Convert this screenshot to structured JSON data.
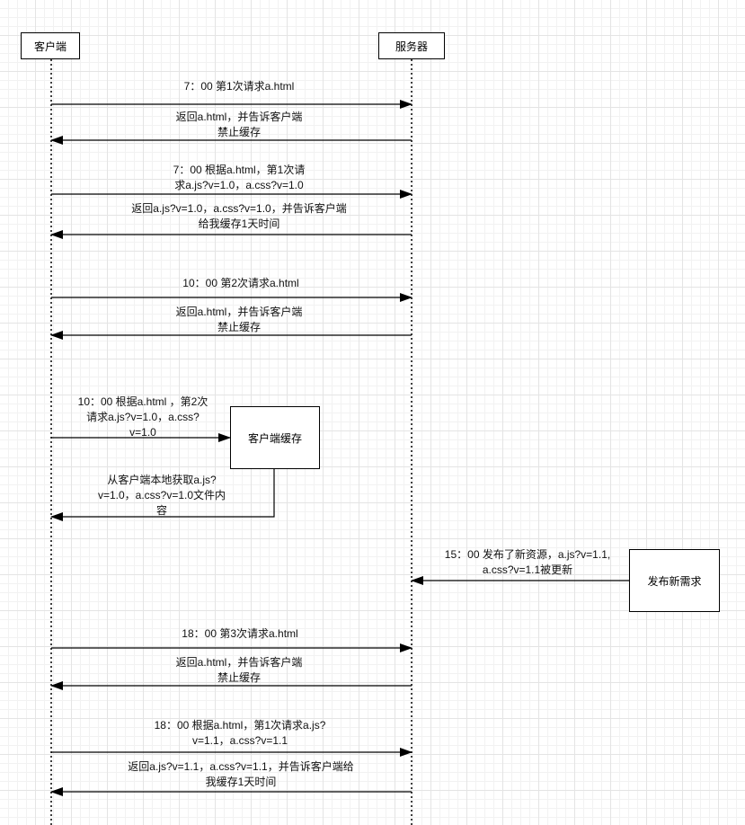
{
  "participants": {
    "client": "客户端",
    "server": "服务器"
  },
  "boxes": {
    "client_cache": "客户端缓存",
    "publish": "发布新需求"
  },
  "messages": [
    {
      "id": "m1",
      "text": "7：00 第1次请求a.html"
    },
    {
      "id": "m2",
      "text": "返回a.html，并告诉客户端\n禁止缓存"
    },
    {
      "id": "m3",
      "text": "7：00 根据a.html，第1次请\n求a.js?v=1.0，a.css?v=1.0"
    },
    {
      "id": "m4",
      "text": "返回a.js?v=1.0，a.css?v=1.0，并告诉客户端\n给我缓存1天时间"
    },
    {
      "id": "m5",
      "text": "10：00 第2次请求a.html"
    },
    {
      "id": "m6",
      "text": "返回a.html，并告诉客户端\n禁止缓存"
    },
    {
      "id": "m7",
      "text": "10：00 根据a.html ，第2次\n请求a.js?v=1.0，a.css?\nv=1.0"
    },
    {
      "id": "m8",
      "text": "从客户端本地获取a.js?\nv=1.0，a.css?v=1.0文件内\n容"
    },
    {
      "id": "m9",
      "text": "15：00 发布了新资源，a.js?v=1.1,\na.css?v=1.1被更新"
    },
    {
      "id": "m10",
      "text": "18：00 第3次请求a.html"
    },
    {
      "id": "m11",
      "text": "返回a.html，并告诉客户端\n禁止缓存"
    },
    {
      "id": "m12",
      "text": "18：00 根据a.html，第1次请求a.js?\nv=1.1，a.css?v=1.1"
    },
    {
      "id": "m13",
      "text": "返回a.js?v=1.1，a.css?v=1.1，并告诉客户端给\n我缓存1天时间"
    }
  ]
}
